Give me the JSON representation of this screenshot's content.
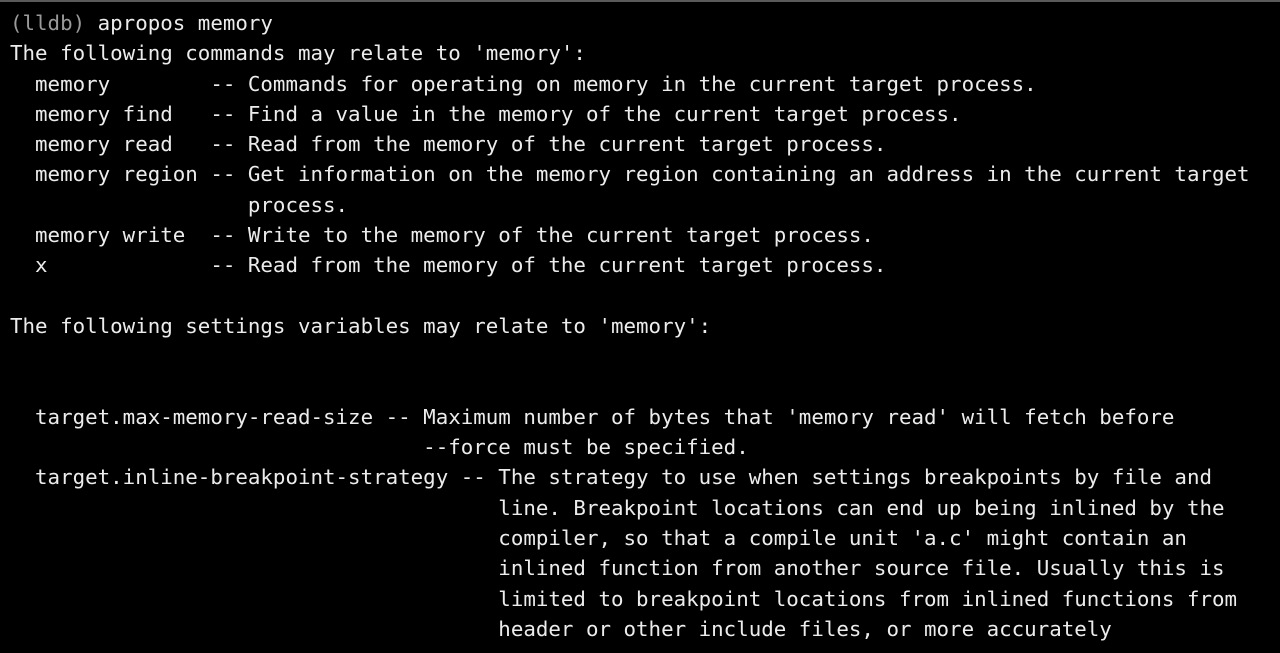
{
  "terminal": {
    "prompt": "(lldb)",
    "command": " apropos memory",
    "lines": [
      "The following commands may relate to 'memory':",
      "  memory        -- Commands for operating on memory in the current target process.",
      "  memory find   -- Find a value in the memory of the current target process.",
      "  memory read   -- Read from the memory of the current target process.",
      "  memory region -- Get information on the memory region containing an address in the current target",
      "                   process.",
      "  memory write  -- Write to the memory of the current target process.",
      "  x             -- Read from the memory of the current target process.",
      "",
      "The following settings variables may relate to 'memory':",
      "",
      "",
      "  target.max-memory-read-size -- Maximum number of bytes that 'memory read' will fetch before",
      "                                 --force must be specified.",
      "  target.inline-breakpoint-strategy -- The strategy to use when settings breakpoints by file and",
      "                                       line. Breakpoint locations can end up being inlined by the",
      "                                       compiler, so that a compile unit 'a.c' might contain an",
      "                                       inlined function from another source file. Usually this is",
      "                                       limited to breakpoint locations from inlined functions from",
      "                                       header or other include files, or more accurately"
    ]
  },
  "colors": {
    "background": "#000000",
    "text": "#ececec",
    "prompt": "#9a9a9a"
  }
}
